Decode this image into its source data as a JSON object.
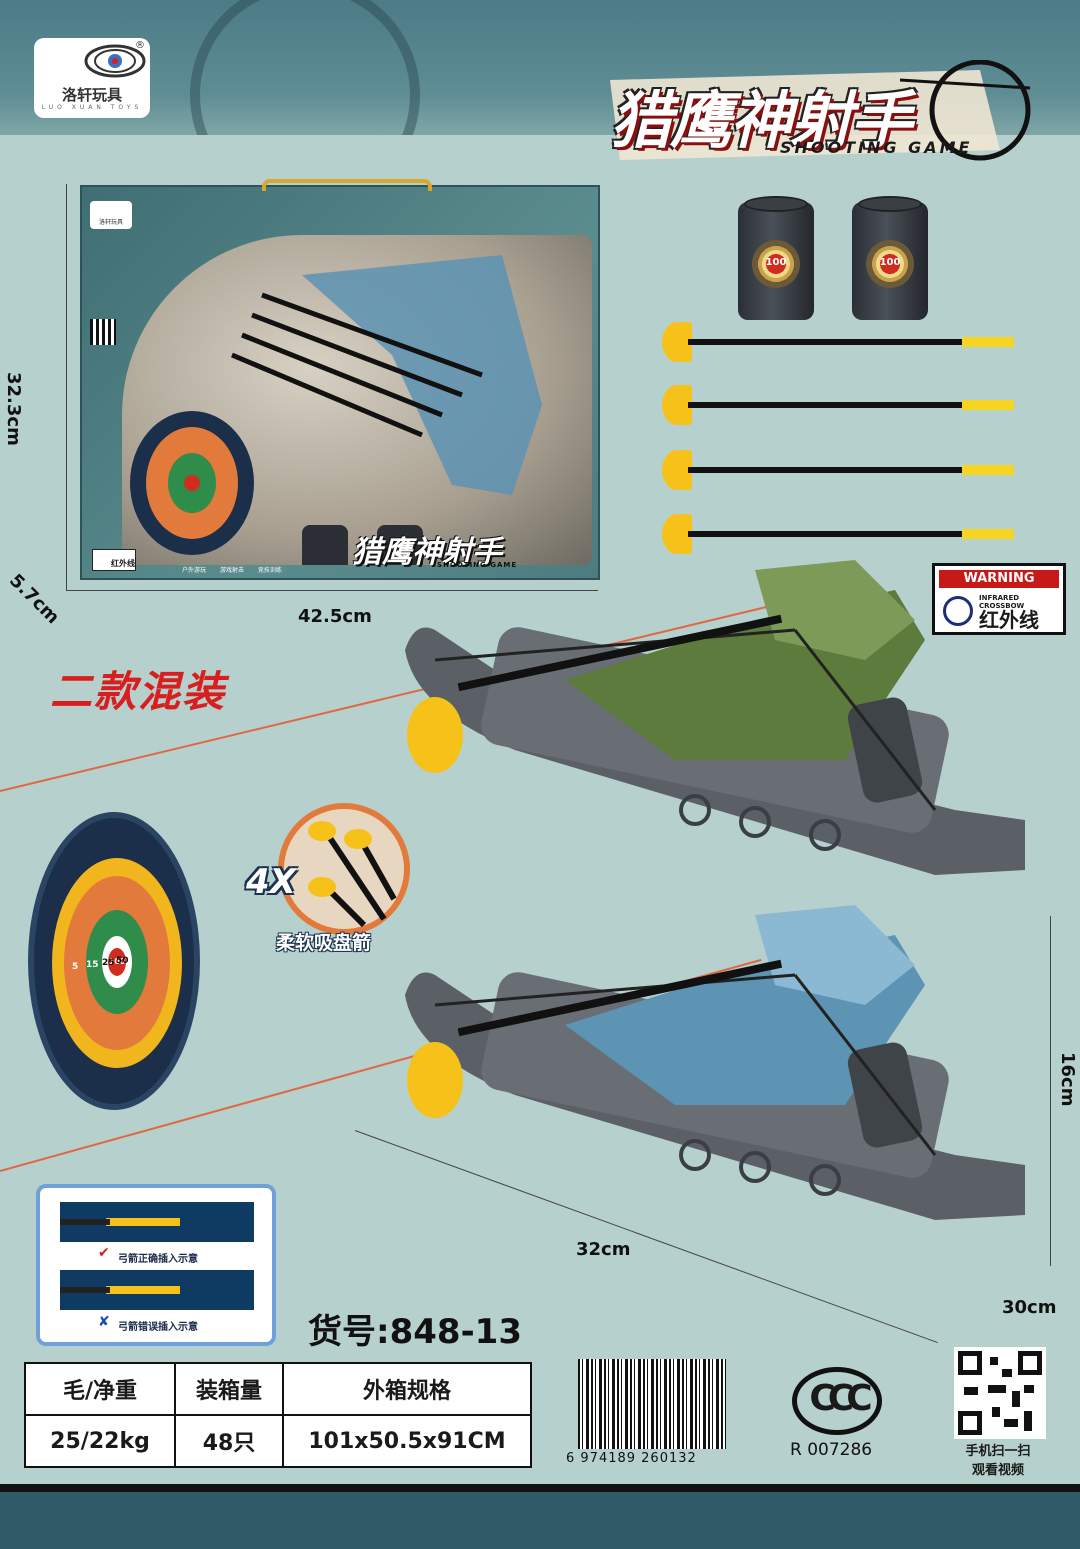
{
  "brand": {
    "name": "洛轩玩具",
    "sub": "LUO XUAN TOYS",
    "registered": "®"
  },
  "title": {
    "main": "猎鹰神射手",
    "sub": "SHOOTING GAME"
  },
  "package": {
    "brand_name": "洛轩玩具",
    "title_main": "猎鹰神射手",
    "title_sub": "SHOOTING GAME",
    "features": [
      "户外游玩",
      "游戏射击",
      "竞技训练"
    ],
    "warning_line": "红外线",
    "dimensions": {
      "height": "32.3cm",
      "width": "42.5cm",
      "depth": "5.7cm"
    }
  },
  "promo": "二款混装",
  "can_score": "100",
  "warning": {
    "header": "WARNING",
    "small": "INFRARED CROSSBOW",
    "cn": "红外线"
  },
  "target_board": {
    "rings": [
      "5",
      "15",
      "25",
      "50",
      "100"
    ]
  },
  "suction": {
    "qty": "4X",
    "label": "柔软吸盘箭"
  },
  "crossbow_dimensions": {
    "height": "16cm",
    "length": "32cm",
    "width": "30cm"
  },
  "diagram": {
    "correct": "弓箭正确插入示意",
    "wrong": "弓箭错误插入示意",
    "correct_mark": "✔",
    "wrong_mark": "✘"
  },
  "item_number": "货号:848-13",
  "spec": {
    "headers": [
      "毛/净重",
      "装箱量",
      "外箱规格"
    ],
    "values": [
      "25/22kg",
      "48只",
      "101x50.5x91CM"
    ]
  },
  "barcode": "6 974189 260132",
  "certification": {
    "mark": "CCC",
    "code": "R 007286"
  },
  "qr_caption": [
    "手机扫一扫",
    "观看视频"
  ],
  "colors": {
    "background": "#b6d1cd",
    "accent_red": "#d81e1e",
    "suction_yellow": "#f6c21a",
    "camo_blue": "#5d93b3",
    "camo_green": "#5c7b3c"
  }
}
